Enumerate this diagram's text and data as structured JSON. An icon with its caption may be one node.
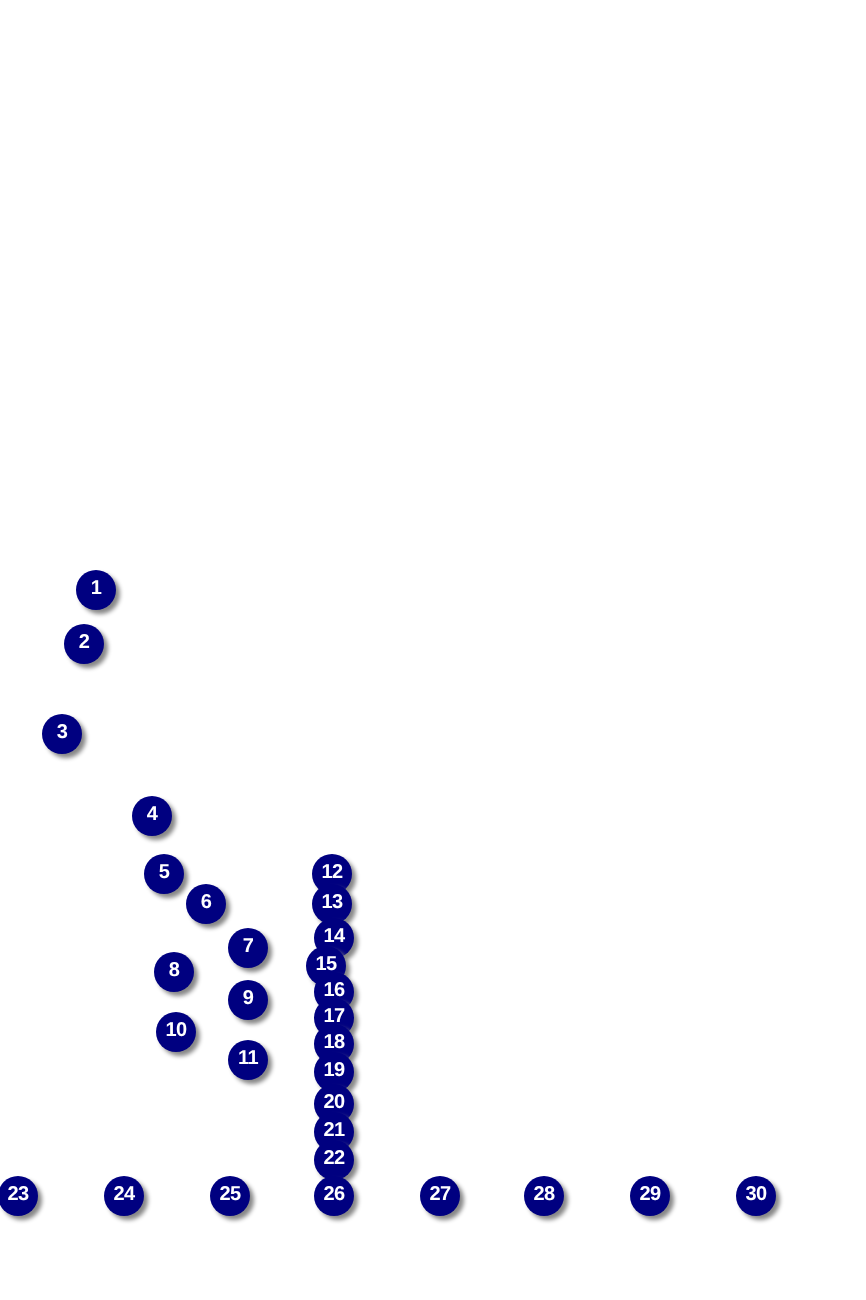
{
  "diagram": {
    "nodes": [
      {
        "text": [
          "1"
        ]
      },
      {
        "text": [
          "2"
        ]
      },
      {
        "text": [
          "3"
        ]
      },
      {
        "text": [
          "4"
        ]
      },
      {
        "text": [
          "5"
        ]
      },
      {
        "text": [
          "6"
        ]
      },
      {
        "text": [
          "7"
        ]
      },
      {
        "text": [
          "8"
        ]
      },
      {
        "text": [
          "9"
        ]
      },
      {
        "text": [
          "10"
        ]
      },
      {
        "text": [
          "11"
        ]
      },
      {
        "text": [
          "12"
        ]
      },
      {
        "text": [
          "13"
        ]
      },
      {
        "text": [
          "14"
        ]
      },
      {
        "text": [
          "15"
        ]
      },
      {
        "text": [
          "16"
        ]
      },
      {
        "text": [
          "17"
        ]
      },
      {
        "text": [
          "18"
        ]
      },
      {
        "text": [
          "19"
        ]
      },
      {
        "text": [
          "20"
        ]
      },
      {
        "text": [
          "21"
        ]
      },
      {
        "text": [
          "22"
        ]
      },
      {
        "text": [
          "23"
        ]
      },
      {
        "text": [
          "24"
        ]
      },
      {
        "text": [
          "25"
        ]
      },
      {
        "text": [
          "26"
        ]
      },
      {
        "text": [
          "27"
        ]
      },
      {
        "text": [
          "28"
        ]
      },
      {
        "text": [
          "29"
        ]
      },
      {
        "text": [
          "30"
        ]
      }
    ]
  }
}
